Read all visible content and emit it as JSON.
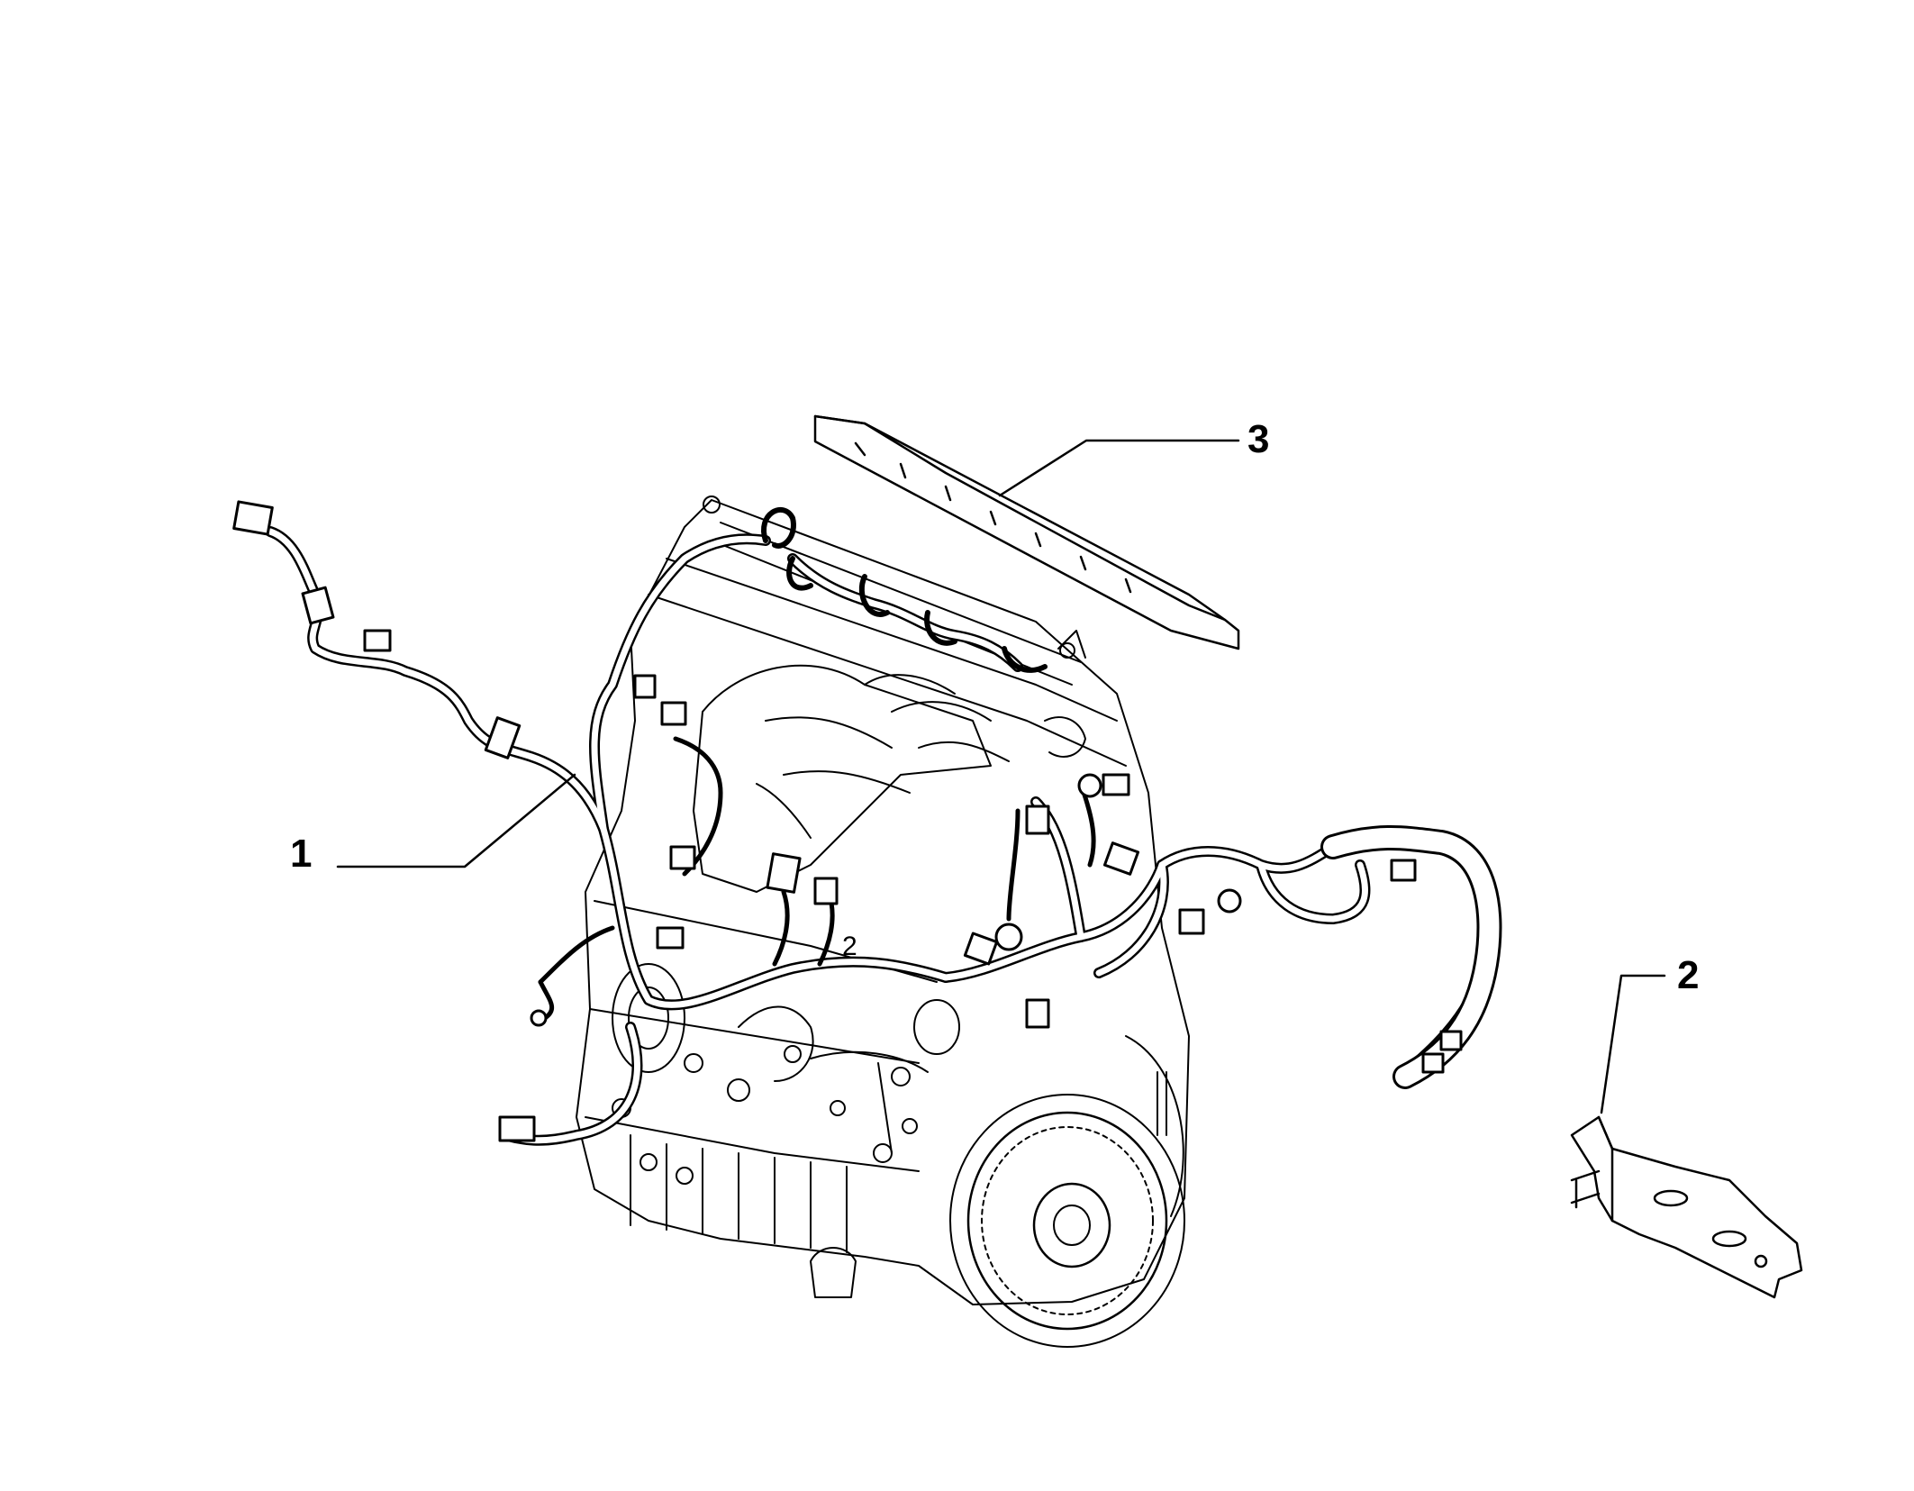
{
  "diagram": {
    "colors": {
      "stroke": "#000000",
      "background": "#ffffff",
      "fill": "#ffffff"
    },
    "callouts": [
      {
        "id": "1",
        "label": "1"
      },
      {
        "id": "2",
        "label": "2"
      },
      {
        "id": "3",
        "label": "3"
      }
    ],
    "inline_marks": [
      {
        "id": "harness-mark",
        "label": "2"
      }
    ]
  }
}
